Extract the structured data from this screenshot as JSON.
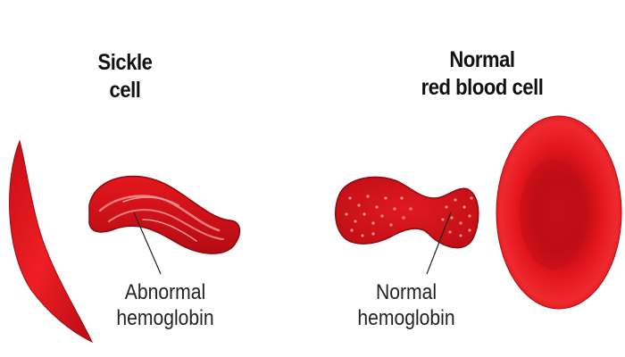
{
  "titles": {
    "sickle": [
      "Sickle",
      "cell"
    ],
    "normal": [
      "Normal",
      "red blood cell"
    ]
  },
  "labels": {
    "abnormal": [
      "Abnormal",
      "hemoglobin"
    ],
    "normal": [
      "Normal",
      "hemoglobin"
    ]
  },
  "colors": {
    "cell_red": "#e3141b",
    "cell_dark": "#a90b12",
    "highlight": "#f26a6a",
    "leader_line": "#222222",
    "text": "#111111"
  }
}
